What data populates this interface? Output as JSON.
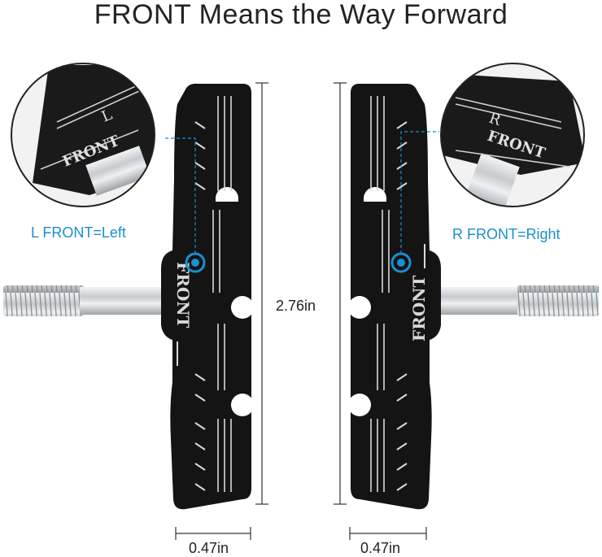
{
  "title": "FRONT Means the Way Forward",
  "left": {
    "label": "L FRONT=Left",
    "pad_text": "FRONT",
    "zoom_letter": "L",
    "zoom_text": "FRONT"
  },
  "right": {
    "label": "R FRONT=Right",
    "pad_text": "FRONT",
    "zoom_letter": "R",
    "zoom_text": "FRONT"
  },
  "dimensions": {
    "height": "2.76in",
    "width_left": "0.47in",
    "width_right": "0.47in"
  },
  "colors": {
    "accent": "#1b8fd0",
    "pad": "#141414",
    "stripe": "#d8d8d8",
    "metal": "#c9ccd0"
  }
}
